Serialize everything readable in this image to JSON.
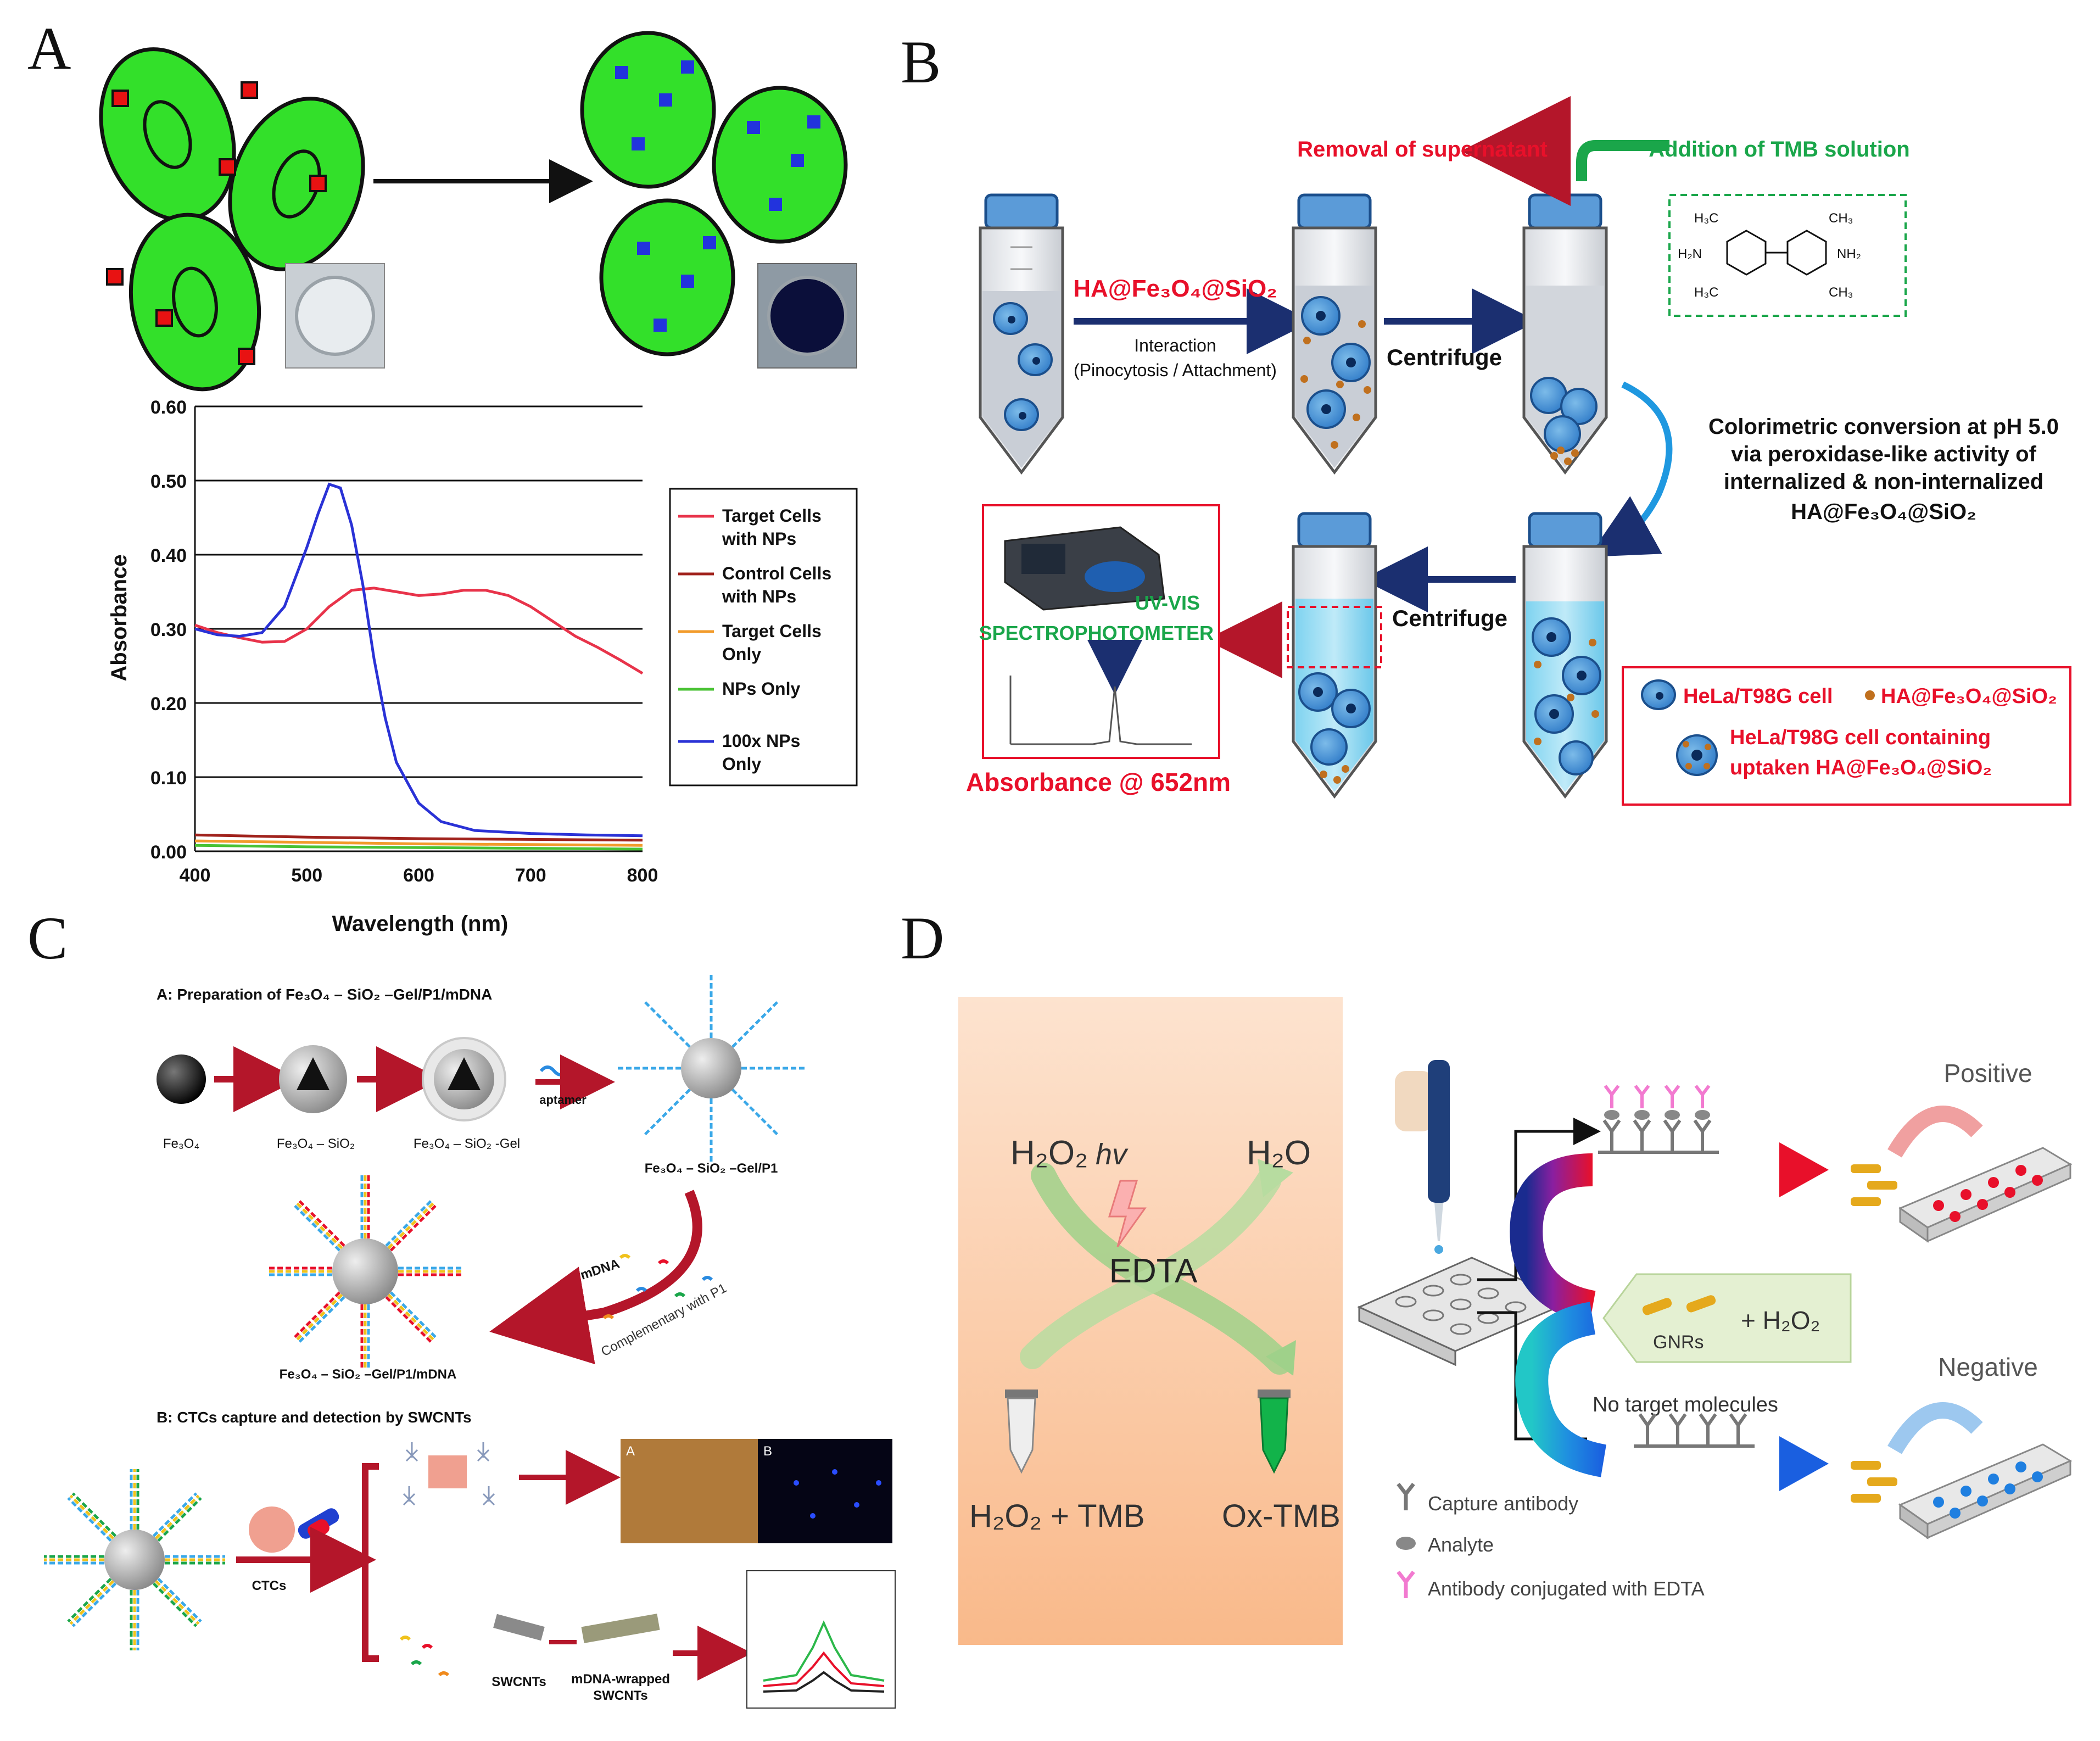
{
  "panels": {
    "a": "A",
    "b": "B",
    "c": "C",
    "d": "D"
  },
  "panel_a": {
    "chart_data": {
      "type": "line",
      "xlabel": "Wavelength (nm)",
      "ylabel": "Absorbance",
      "xlim": [
        400,
        800
      ],
      "ylim": [
        0,
        0.6
      ],
      "xticks": [
        "400",
        "500",
        "600",
        "700",
        "800"
      ],
      "yticks": [
        "0.00",
        "0.10",
        "0.20",
        "0.30",
        "0.40",
        "0.50",
        "0.60"
      ],
      "grid": "horizontal",
      "legend_position": "right",
      "series": [
        {
          "name": "Target Cells with NPs",
          "color": "#e8334a",
          "x": [
            400,
            420,
            440,
            460,
            480,
            500,
            520,
            540,
            560,
            580,
            600,
            620,
            640,
            660,
            680,
            700,
            720,
            740,
            760,
            780,
            800
          ],
          "y": [
            0.305,
            0.295,
            0.288,
            0.282,
            0.283,
            0.3,
            0.33,
            0.352,
            0.355,
            0.35,
            0.345,
            0.347,
            0.352,
            0.352,
            0.345,
            0.33,
            0.31,
            0.29,
            0.275,
            0.258,
            0.24
          ]
        },
        {
          "name": "Control Cells with NPs",
          "color": "#a0221c",
          "x": [
            400,
            500,
            600,
            700,
            800
          ],
          "y": [
            0.022,
            0.019,
            0.017,
            0.016,
            0.015
          ]
        },
        {
          "name": "Target Cells Only",
          "color": "#f29b2b",
          "x": [
            400,
            500,
            600,
            700,
            800
          ],
          "y": [
            0.014,
            0.012,
            0.01,
            0.009,
            0.008
          ]
        },
        {
          "name": "NPs Only",
          "color": "#49c234",
          "x": [
            400,
            500,
            600,
            700,
            800
          ],
          "y": [
            0.008,
            0.006,
            0.005,
            0.004,
            0.003
          ]
        },
        {
          "name": "100x NPs Only",
          "color": "#2a32d6",
          "x": [
            400,
            420,
            440,
            460,
            480,
            500,
            510,
            520,
            530,
            540,
            550,
            560,
            570,
            580,
            600,
            620,
            650,
            700,
            750,
            800
          ],
          "y": [
            0.3,
            0.292,
            0.29,
            0.295,
            0.33,
            0.41,
            0.455,
            0.495,
            0.49,
            0.44,
            0.36,
            0.26,
            0.18,
            0.12,
            0.065,
            0.04,
            0.028,
            0.024,
            0.022,
            0.021
          ]
        }
      ]
    }
  },
  "panel_b": {
    "removal": "Removal of supernatant",
    "addition": "Addition of TMB solution",
    "ha_label": "HA@Fe₃O₄@SiO₂",
    "interaction": "Interaction",
    "pino": "(Pinocytosis / Attachment)",
    "centrifuge1": "Centrifuge",
    "centrifuge2": "Centrifuge",
    "colorimetric": [
      "Colorimetric conversion at pH 5.0",
      "via peroxidase-like activity of",
      "internalized & non-internalized",
      "HA@Fe₃O₄@SiO₂"
    ],
    "uv1": "UV-VIS",
    "uv2": "SPECTROPHOTOMETER",
    "absorbance": "Absorbance @ 652nm",
    "legend": {
      "cell": "HeLa/T98G cell",
      "np": "HA@Fe₃O₄@SiO₂",
      "cell_np1": "HeLa/T98G cell containing",
      "cell_np2": "uptaken HA@Fe₃O₄@SiO₂"
    },
    "tmb": {
      "h3c1": "H₃C",
      "ch3a": "CH₃",
      "h2n": "H₂N",
      "nh2": "NH₂",
      "h3c2": "H₃C",
      "ch3b": "CH₃"
    }
  },
  "panel_c": {
    "title_a": "A: Preparation of Fe₃O₄ – SiO₂ –Gel/P1/mDNA",
    "fe3o4": "Fe₃O₄",
    "fe_sio2": "Fe₃O₄ – SiO₂",
    "fe_sio2_gel": "Fe₃O₄ – SiO₂ -Gel",
    "aptamer": "aptamer",
    "fe_p1": "Fe₃O₄ – SiO₂ –Gel/P1",
    "mdna": "mDNA",
    "complementary": "Complementary with P1",
    "fe_p1_mdna": "Fe₃O₄ – SiO₂ –Gel/P1/mDNA",
    "title_b": "B: CTCs capture and detection by SWCNTs",
    "ctcs": "CTCs",
    "swcnts": "SWCNTs",
    "mdna_wrapped1": "mDNA-wrapped",
    "mdna_wrapped2": "SWCNTs",
    "micro_a": "A",
    "micro_b": "B"
  },
  "panel_d": {
    "h2o2": "H₂O₂",
    "hv": "hv",
    "h2o": "H₂O",
    "edta": "EDTA",
    "h2o2_tmb": "H₂O₂ + TMB",
    "ox_tmb": "Ox-TMB",
    "positive": "Positive",
    "negative": "Negative",
    "gnrs": "GNRs",
    "plus_h2o2": "+ H₂O₂",
    "no_target": "No  target molecules",
    "legend": [
      "Capture antibody",
      "Analyte",
      "Antibody conjugated with  EDTA"
    ]
  }
}
